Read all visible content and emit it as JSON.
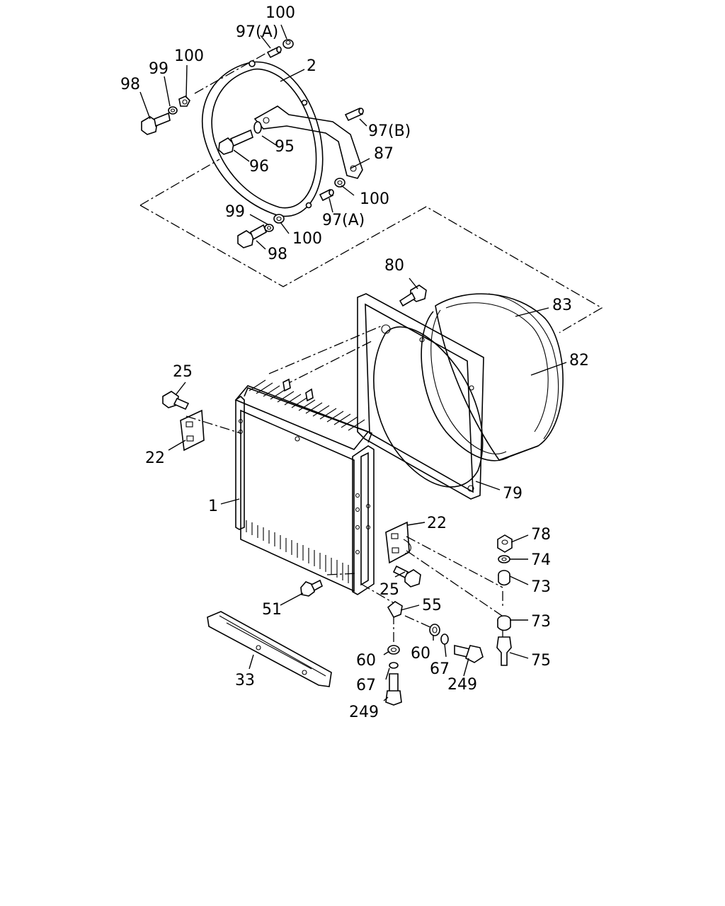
{
  "callouts": [
    {
      "id": "c100a",
      "text": "100"
    },
    {
      "id": "c97a1",
      "text": "97(A)"
    },
    {
      "id": "c100b",
      "text": "100"
    },
    {
      "id": "c2",
      "text": "2"
    },
    {
      "id": "c99a",
      "text": "99"
    },
    {
      "id": "c98a",
      "text": "98"
    },
    {
      "id": "c97b",
      "text": "97(B)"
    },
    {
      "id": "c95",
      "text": "95"
    },
    {
      "id": "c87",
      "text": "87"
    },
    {
      "id": "c96",
      "text": "96"
    },
    {
      "id": "c100c",
      "text": "100"
    },
    {
      "id": "c99b",
      "text": "99"
    },
    {
      "id": "c97a2",
      "text": "97(A)"
    },
    {
      "id": "c100d",
      "text": "100"
    },
    {
      "id": "c98b",
      "text": "98"
    },
    {
      "id": "c80",
      "text": "80"
    },
    {
      "id": "c83",
      "text": "83"
    },
    {
      "id": "c82",
      "text": "82"
    },
    {
      "id": "c25a",
      "text": "25"
    },
    {
      "id": "c22a",
      "text": "22"
    },
    {
      "id": "c79",
      "text": "79"
    },
    {
      "id": "c1",
      "text": "1"
    },
    {
      "id": "c22b",
      "text": "22"
    },
    {
      "id": "c78",
      "text": "78"
    },
    {
      "id": "c74",
      "text": "74"
    },
    {
      "id": "c73a",
      "text": "73"
    },
    {
      "id": "c25b",
      "text": "25"
    },
    {
      "id": "c51",
      "text": "51"
    },
    {
      "id": "c55",
      "text": "55"
    },
    {
      "id": "c73b",
      "text": "73"
    },
    {
      "id": "c60a",
      "text": "60"
    },
    {
      "id": "c60b",
      "text": "60"
    },
    {
      "id": "c67a",
      "text": "67"
    },
    {
      "id": "c75",
      "text": "75"
    },
    {
      "id": "c33",
      "text": "33"
    },
    {
      "id": "c67b",
      "text": "67"
    },
    {
      "id": "c249a",
      "text": "249"
    },
    {
      "id": "c249b",
      "text": "249"
    }
  ]
}
